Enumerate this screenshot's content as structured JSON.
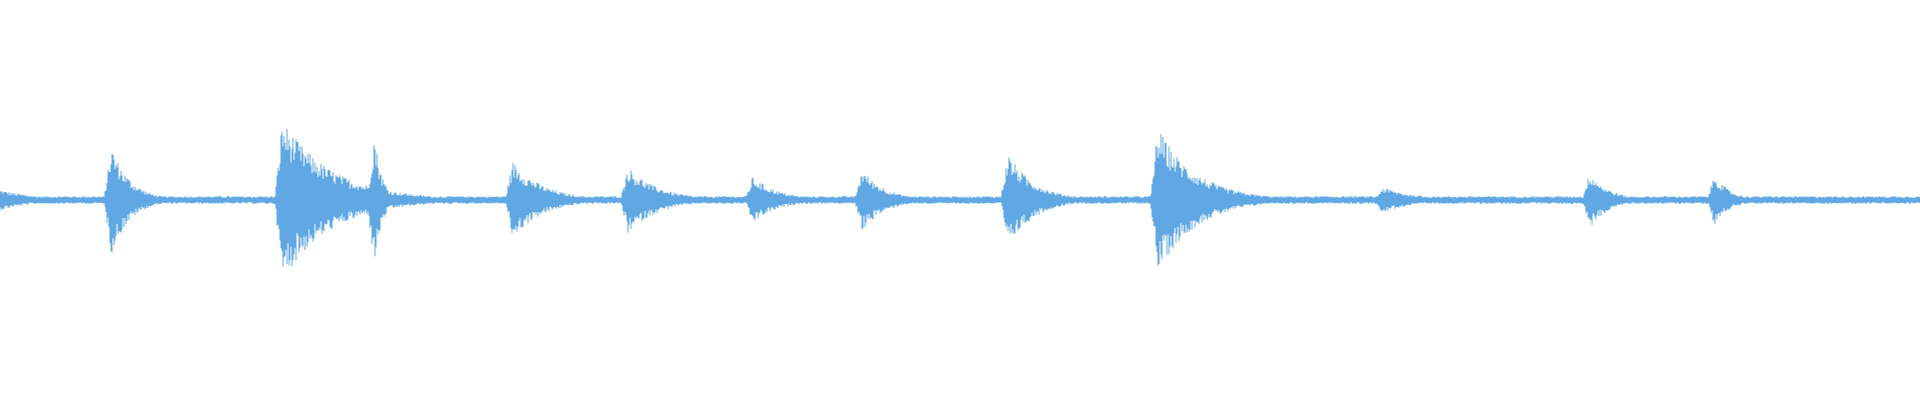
{
  "waveform": {
    "color": "#5fa8e3",
    "background": "#ffffff",
    "noise_amplitude": 0.03,
    "samples_visible": "entire track",
    "events": [
      {
        "position": 0.0,
        "amplitude": 0.08,
        "decay": 0.02
      },
      {
        "position": 0.058,
        "amplitude": 0.42,
        "decay": 0.01
      },
      {
        "position": 0.147,
        "amplitude": 0.62,
        "decay": 0.026
      },
      {
        "position": 0.195,
        "amplitude": 0.52,
        "decay": 0.004
      },
      {
        "position": 0.267,
        "amplitude": 0.3,
        "decay": 0.016
      },
      {
        "position": 0.327,
        "amplitude": 0.26,
        "decay": 0.016
      },
      {
        "position": 0.392,
        "amplitude": 0.18,
        "decay": 0.014
      },
      {
        "position": 0.449,
        "amplitude": 0.24,
        "decay": 0.012
      },
      {
        "position": 0.525,
        "amplitude": 0.36,
        "decay": 0.014
      },
      {
        "position": 0.603,
        "amplitude": 0.56,
        "decay": 0.02
      },
      {
        "position": 0.72,
        "amplitude": 0.1,
        "decay": 0.018
      },
      {
        "position": 0.828,
        "amplitude": 0.22,
        "decay": 0.01
      },
      {
        "position": 0.893,
        "amplitude": 0.2,
        "decay": 0.008
      }
    ]
  }
}
